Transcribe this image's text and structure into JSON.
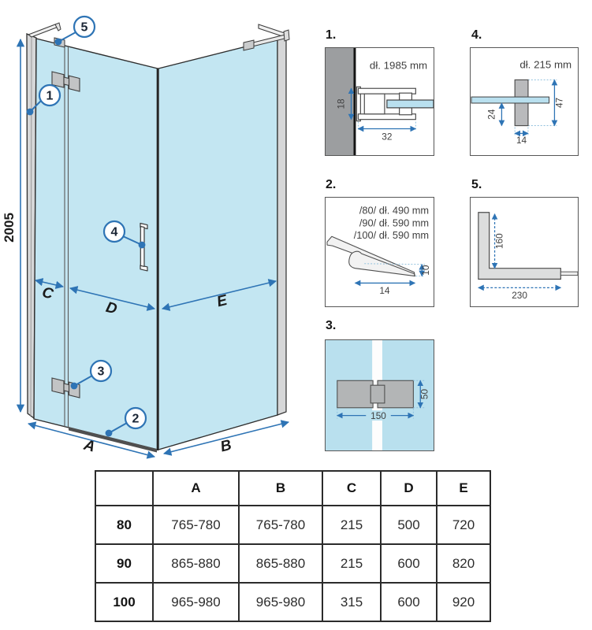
{
  "colors": {
    "accent_blue": "#2e74b5",
    "glass_blue": "#c3e6f2",
    "panel_glass_blue": "#b9e0ef",
    "wall_gray": "#9c9ea0",
    "hinge_gray": "#b3b5b6",
    "profile_gray": "#d6d7d8",
    "line_dark": "#2e2e2e"
  },
  "main_diagram": {
    "height_dim": "2005",
    "dims": {
      "A": "A",
      "B": "B",
      "C": "C",
      "D": "D",
      "E": "E"
    },
    "callouts": {
      "c1": "1",
      "c2": "2",
      "c3": "3",
      "c4": "4",
      "c5": "5"
    }
  },
  "detail_panels": {
    "p1": {
      "title": "1.",
      "note": "dł. 1985 mm",
      "dim_depth": "18",
      "dim_width": "32"
    },
    "p2": {
      "title": "2.",
      "notes": [
        "/80/ dł. 490 mm",
        "/90/ dł. 590 mm",
        "/100/ dł. 590 mm"
      ],
      "dim_height": "10",
      "dim_width": "14"
    },
    "p3": {
      "title": "3.",
      "dim_height": "50",
      "dim_width": "150"
    },
    "p4": {
      "title": "4.",
      "note": "dł. 215 mm",
      "dim_offset": "24",
      "dim_height": "47",
      "dim_width": "14"
    },
    "p5": {
      "title": "5.",
      "dim_vertical": "160",
      "dim_horizontal": "230"
    }
  },
  "size_table": {
    "corner_header": "",
    "col_headers": [
      "A",
      "B",
      "C",
      "D",
      "E"
    ],
    "rows": [
      {
        "size": "80",
        "a": "765-780",
        "b": "765-780",
        "c": "215",
        "d": "500",
        "e": "720"
      },
      {
        "size": "90",
        "a": "865-880",
        "b": "865-880",
        "c": "215",
        "d": "600",
        "e": "820"
      },
      {
        "size": "100",
        "a": "965-980",
        "b": "965-980",
        "c": "315",
        "d": "600",
        "e": "920"
      }
    ]
  }
}
